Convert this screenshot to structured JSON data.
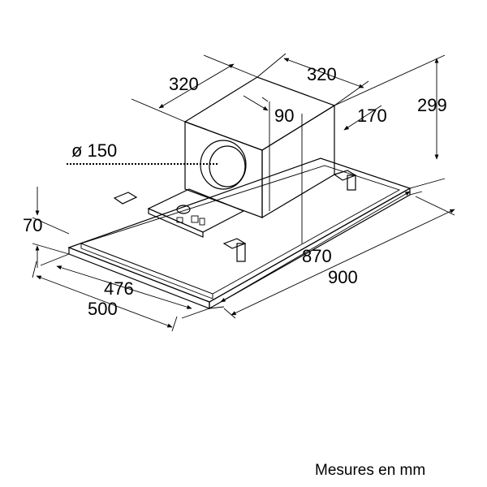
{
  "dimensions": {
    "top_depth": "320",
    "top_width": "320",
    "top_height": "299",
    "offset_90": "90",
    "offset_170": "170",
    "duct_diameter": "ø 150",
    "frame_height": "70",
    "inner_depth": "476",
    "outer_depth": "500",
    "inner_width": "870",
    "outer_width": "900"
  },
  "caption": "Mesures en mm",
  "colors": {
    "line": "#000000",
    "box_fill": "#cfcfcf",
    "box_top": "#b4b4b4",
    "box_side": "#bdbdbd",
    "panel_top": "#dcdcdc",
    "panel_side": "#c8c8c8",
    "duct_outer": "#ffffff",
    "duct_inner": "#e8e8e8"
  }
}
